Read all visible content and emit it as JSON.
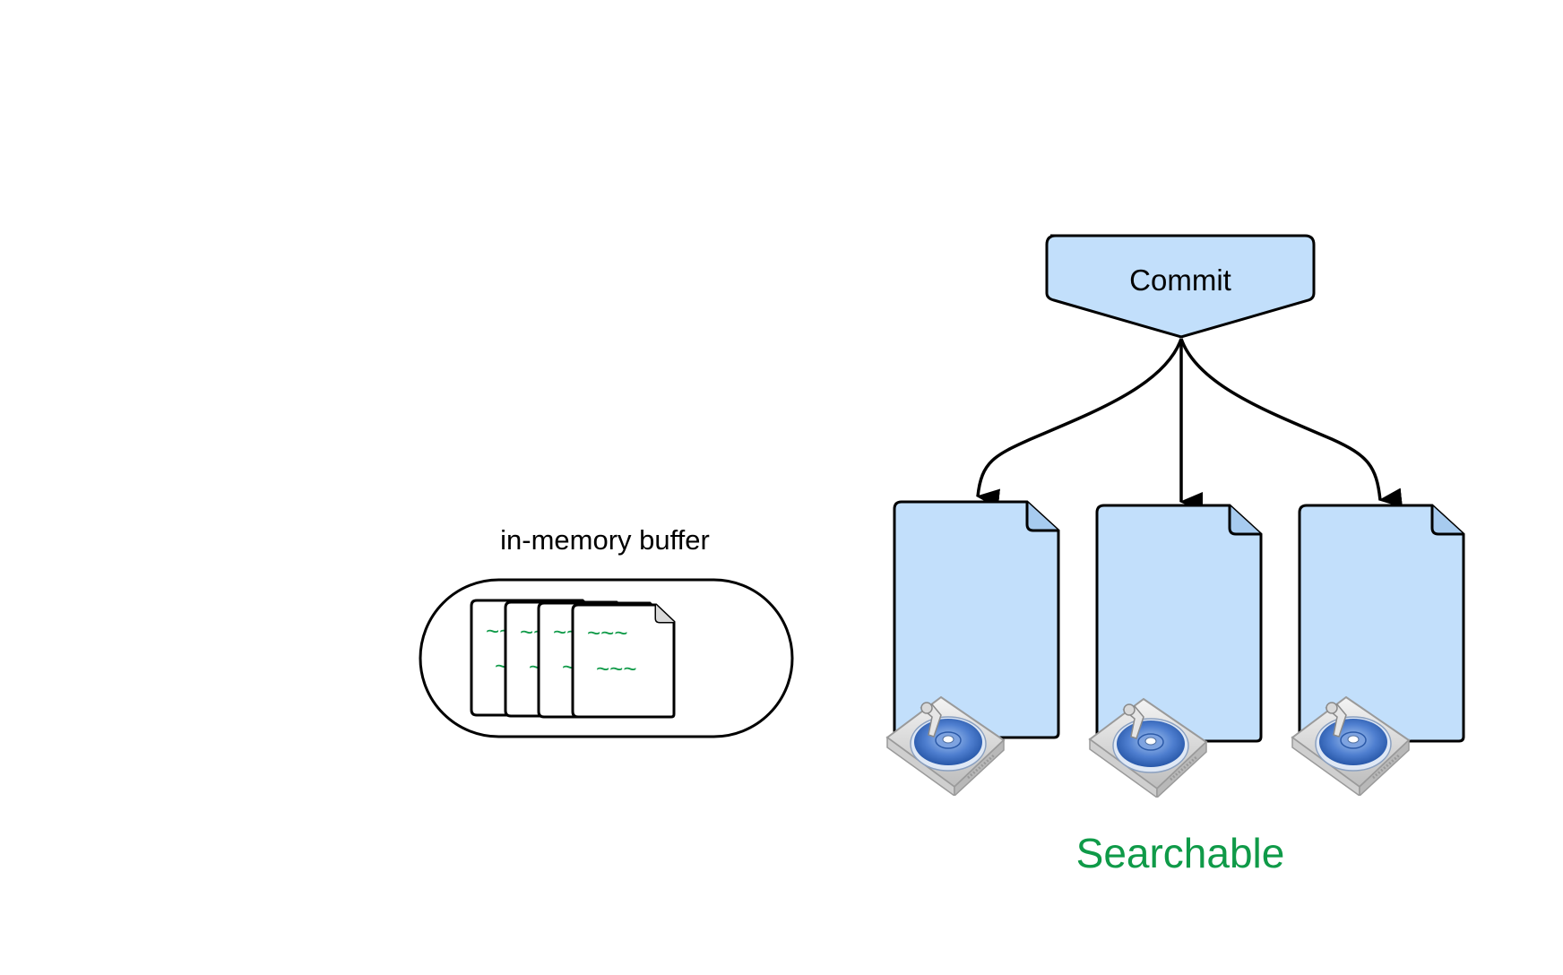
{
  "diagram": {
    "buffer_label": "in-memory buffer",
    "commit_label": "Commit",
    "searchable_label": "Searchable",
    "buffer_doc_text": [
      "~~~",
      "~~~"
    ],
    "segment_count": 3,
    "colors": {
      "segment_fill": "#c2dffb",
      "stroke": "#000000",
      "green_text": "#0f9a48",
      "disk_blue": "#3a6cc0"
    },
    "icons": [
      "hard-disk-icon"
    ]
  }
}
